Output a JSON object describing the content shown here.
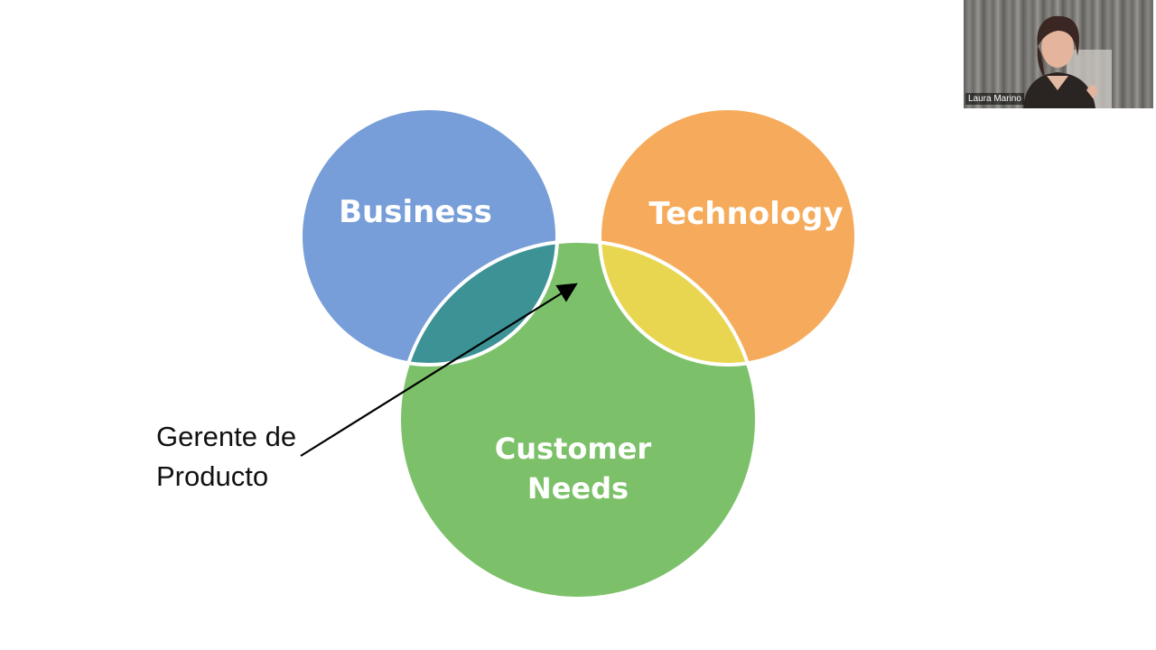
{
  "diagram": {
    "circles": [
      {
        "id": "business",
        "label_lines": [
          "Business"
        ],
        "color": "#779ed8"
      },
      {
        "id": "technology",
        "label_lines": [
          "Technology"
        ],
        "color": "#f5ab5b"
      },
      {
        "id": "customer_needs",
        "label_lines": [
          "Customer",
          "Needs"
        ],
        "color": "#7cc16a"
      }
    ],
    "intersections": {
      "business_technology": "#c85e66",
      "business_customer": "#3d9296",
      "technology_customer": "#e8d651",
      "center": "#d9876a"
    },
    "outline_color": "#ffffff"
  },
  "callout": {
    "lines": [
      "Gerente de",
      "Producto"
    ]
  },
  "video": {
    "participant_name": "Laura Marino"
  }
}
